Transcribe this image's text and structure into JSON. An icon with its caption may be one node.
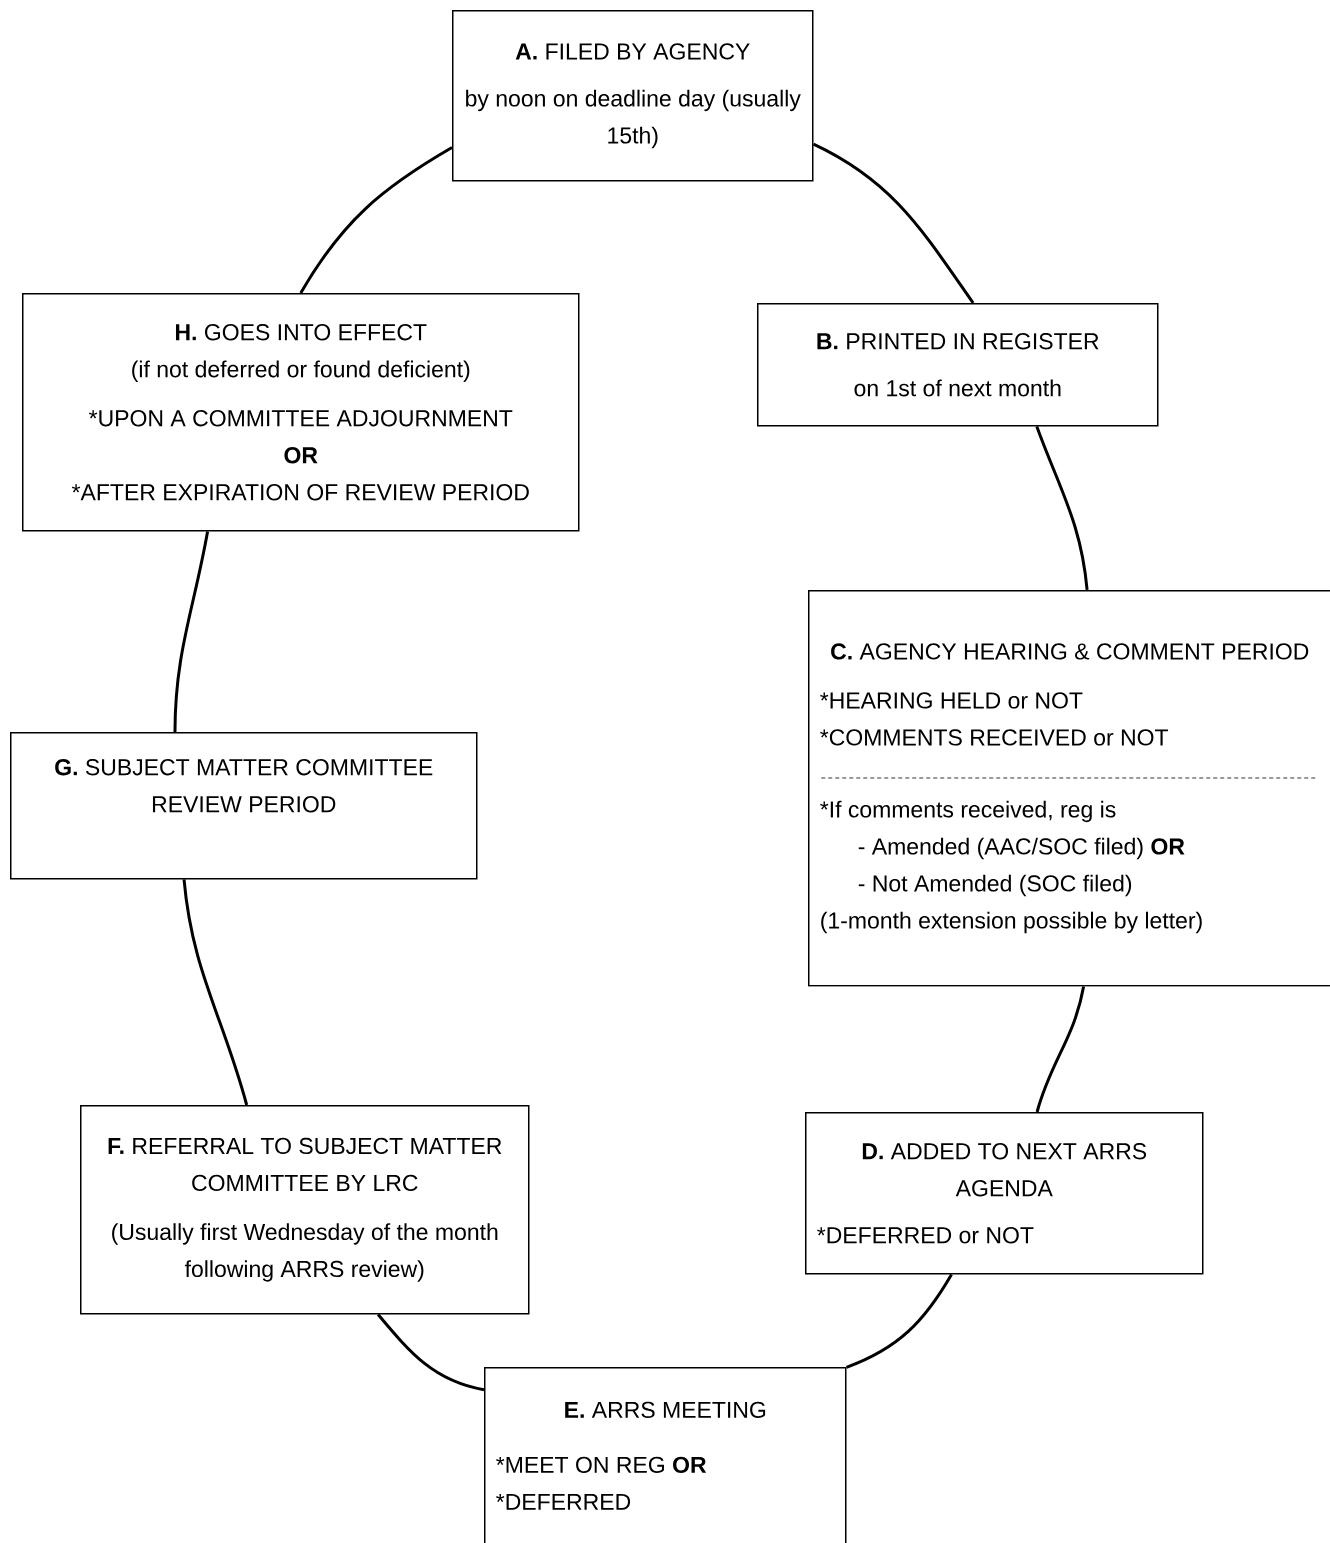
{
  "diagram": {
    "nodes": [
      {
        "text": [
          "**A.** FILED BY AGENCY",
          "by noon on deadline day (usually 15th)"
        ]
      },
      {
        "text": [
          "**B.** PRINTED IN REGISTER",
          "on 1st of next month"
        ]
      },
      {
        "text": [
          "**C.** AGENCY HEARING & COMMENT PERIOD",
          "*HEARING HELD or NOT",
          "*COMMENTS RECEIVED or NOT",
          "*If comments received, reg is",
          "- Amended (AAC/SOC filed) **OR**",
          "- Not Amended (SOC filed)",
          "(1-month extension possible by letter)"
        ]
      },
      {
        "text": [
          "**D.** ADDED TO NEXT ARRS AGENDA",
          "*DEFERRED or NOT"
        ]
      },
      {
        "text": [
          "**E.** ARRS MEETING",
          "*MEET ON REG **OR**",
          "*DEFERRED"
        ]
      },
      {
        "text": [
          "**F.** REFERRAL TO SUBJECT MATTER COMMITTEE BY LRC",
          "(Usually first Wednesday of the month following ARRS review)"
        ]
      },
      {
        "text": [
          "**G.** SUBJECT MATTER COMMITTEE REVIEW PERIOD"
        ]
      },
      {
        "text": [
          "**H.** GOES INTO EFFECT",
          "(if not deferred or found deficient)",
          "*UPON A COMMITTEE ADJOURNMENT",
          "OR",
          "*AFTER EXPIRATION OF REVIEW PERIOD"
        ]
      }
    ],
    "edges": [
      {
        "from": 0,
        "to": 1,
        "arrow": "none"
      },
      {
        "from": 1,
        "to": 2,
        "arrow": "none"
      },
      {
        "from": 2,
        "to": 3,
        "arrow": "none"
      },
      {
        "from": 3,
        "to": 4,
        "arrow": "none"
      },
      {
        "from": 4,
        "to": 5,
        "arrow": "none"
      },
      {
        "from": 5,
        "to": 6,
        "arrow": "none"
      },
      {
        "from": 6,
        "to": 7,
        "arrow": "none"
      },
      {
        "from": 7,
        "to": 0,
        "arrow": "none"
      }
    ]
  }
}
